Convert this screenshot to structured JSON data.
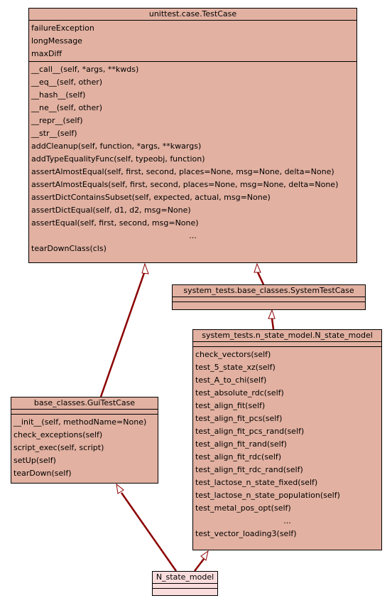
{
  "classes": {
    "testcase": {
      "title": "unittest.case.TestCase",
      "attributes": [
        "failureException",
        "longMessage",
        "maxDiff"
      ],
      "operations": [
        "__call__(self, *args, **kwds)",
        "__eq__(self, other)",
        "__hash__(self)",
        "__ne__(self, other)",
        "__repr__(self)",
        "__str__(self)",
        "addCleanup(self, function, *args, **kwargs)",
        "addTypeEqualityFunc(self, typeobj, function)",
        "assertAlmostEqual(self, first, second, places=None, msg=None, delta=None)",
        "assertAlmostEquals(self, first, second, places=None, msg=None, delta=None)",
        "assertDictContainsSubset(self, expected, actual, msg=None)",
        "assertDictEqual(self, d1, d2, msg=None)",
        "assertEqual(self, first, second, msg=None)",
        "...",
        "tearDownClass(cls)"
      ]
    },
    "systemtestcase": {
      "title": "system_tests.base_classes.SystemTestCase"
    },
    "nstate_system": {
      "title": "system_tests.n_state_model.N_state_model",
      "operations": [
        "check_vectors(self)",
        "test_5_state_xz(self)",
        "test_A_to_chi(self)",
        "test_absolute_rdc(self)",
        "test_align_fit(self)",
        "test_align_fit_pcs(self)",
        "test_align_fit_pcs_rand(self)",
        "test_align_fit_rand(self)",
        "test_align_fit_rdc(self)",
        "test_align_fit_rdc_rand(self)",
        "test_lactose_n_state_fixed(self)",
        "test_lactose_n_state_population(self)",
        "test_metal_pos_opt(self)",
        "...",
        "test_vector_loading3(self)"
      ]
    },
    "guitestcase": {
      "title": "base_classes.GuiTestCase",
      "operations": [
        "__init__(self, methodName=None)",
        "check_exceptions(self)",
        "script_exec(self, script)",
        "setUp(self)",
        "tearDown(self)"
      ]
    },
    "nstate": {
      "title": "N_state_model"
    }
  },
  "colors": {
    "class_fill": "#e2b1a1",
    "leaf_fill": "#f9dcdc",
    "edge": "#8b0000"
  }
}
